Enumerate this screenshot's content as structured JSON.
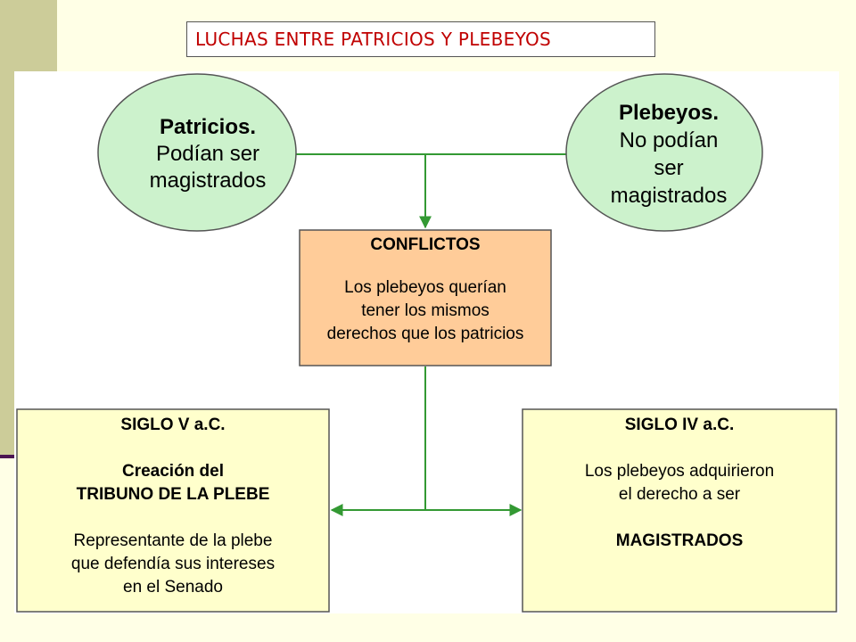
{
  "title": "LUCHAS ENTRE PATRICIOS Y PLEBEYOS",
  "colors": {
    "background": "#ffffe6",
    "side_bar": "#cccc99",
    "side_bar_accent": "#4b1452",
    "title_text": "#c00000",
    "ellipse_fill": "#ccf2cc",
    "conflict_fill": "#ffcc99",
    "century_box_fill": "#ffffcc",
    "connector": "#339933"
  },
  "nodes": {
    "patricios": {
      "heading": "Patricios.",
      "lines": [
        "Podían ser",
        "magistrados"
      ]
    },
    "plebeyos": {
      "heading": "Plebeyos.",
      "lines": [
        "No podían",
        "ser",
        "magistrados"
      ]
    },
    "conflictos": {
      "heading": "CONFLICTOS",
      "lines": [
        "Los plebeyos querían",
        "tener los mismos",
        "derechos que los patricios"
      ]
    },
    "siglo_v": {
      "heading": "SIGLO V a.C.",
      "subheading_lines": [
        "Creación del",
        "TRIBUNO DE LA PLEBE"
      ],
      "lines": [
        "Representante de la plebe",
        "que defendía sus intereses",
        "en el Senado"
      ]
    },
    "siglo_iv": {
      "heading": "SIGLO IV a.C.",
      "lines": [
        "Los plebeyos adquirieron",
        "el derecho a ser"
      ],
      "emphasis": "MAGISTRADOS"
    }
  }
}
